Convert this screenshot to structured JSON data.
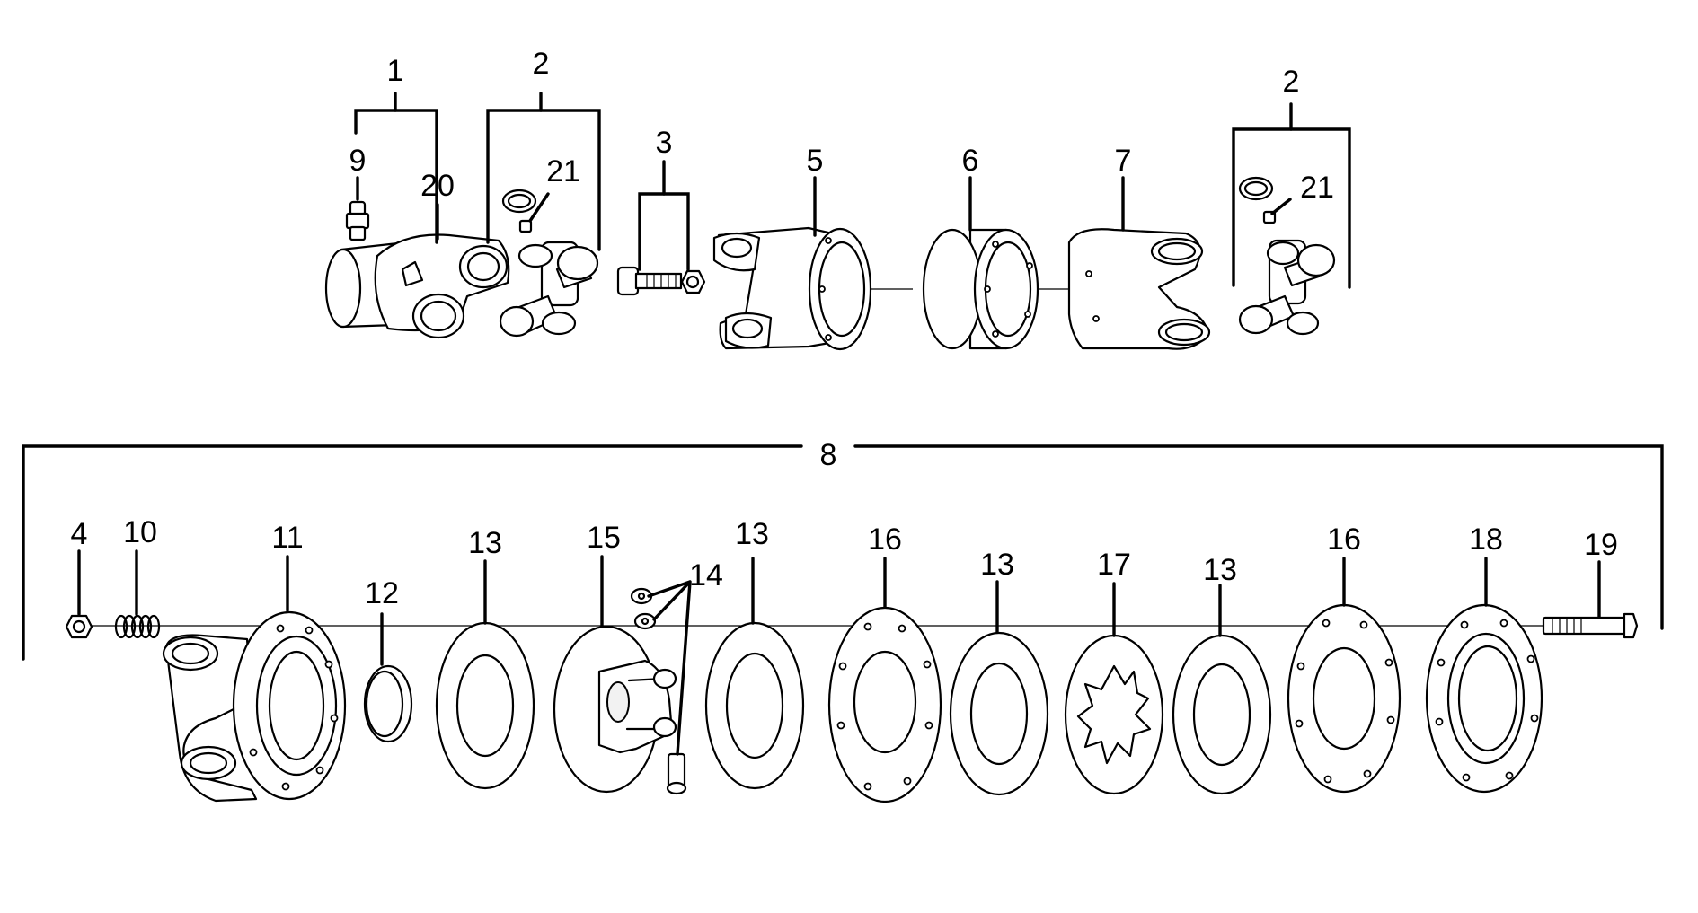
{
  "callouts": {
    "c1": "1",
    "c2a": "2",
    "c2b": "2",
    "c3": "3",
    "c4": "4",
    "c5": "5",
    "c6": "6",
    "c7": "7",
    "c8": "8",
    "c9": "9",
    "c10": "10",
    "c11": "11",
    "c12": "12",
    "c13a": "13",
    "c13b": "13",
    "c13c": "13",
    "c13d": "13",
    "c14": "14",
    "c15": "15",
    "c16a": "16",
    "c16b": "16",
    "c17": "17",
    "c18": "18",
    "c19": "19",
    "c20": "20",
    "c21a": "21",
    "c21b": "21"
  }
}
